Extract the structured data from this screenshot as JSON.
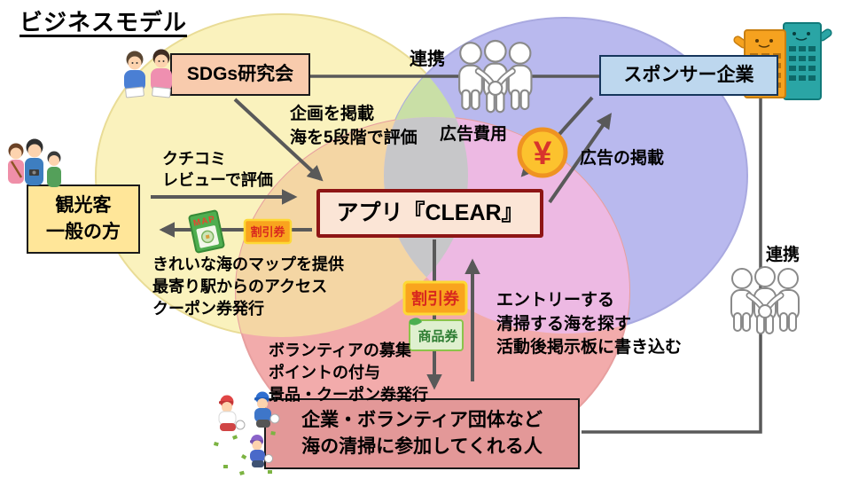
{
  "title": "ビジネスモデル",
  "boxes": {
    "sdgs": {
      "label": "SDGs研究会",
      "bg": "#f8cbad"
    },
    "sponsor": {
      "label": "スポンサー企業",
      "bg": "#bdd7ee"
    },
    "tourist": {
      "line1": "観光客",
      "line2": "一般の方",
      "bg": "#ffe699"
    },
    "app": {
      "label": "アプリ『CLEAR』",
      "bg": "#fbe5d6",
      "border": "#8e1515"
    },
    "volunteer": {
      "line1": "企業・ボランティア団体など",
      "line2": "海の清掃に参加してくれる人",
      "bg": "#e39898"
    }
  },
  "connections": {
    "partnership_top": "連携",
    "partnership_right": "連携",
    "ad_fee": "広告費用",
    "ad_placement": "広告の掲載",
    "sdgs_to_app": {
      "line1": "企画を掲載",
      "line2": "海を5段階で評価"
    },
    "tourist_to_app": {
      "line1": "クチコミ",
      "line2": "レビューで評価"
    },
    "app_to_tourist": {
      "line1": "きれいな海のマップを提供",
      "line2": "最寄り駅からのアクセス",
      "line3": "クーポン券発行"
    },
    "volunteer_to_app": {
      "line1": "エントリーする",
      "line2": "清掃する海を探す",
      "line3": "活動後掲示板に書き込む"
    },
    "app_to_volunteer": {
      "line1": "ボランティアの募集",
      "line2": "ポイントの付与",
      "line3": "景品・クーポン券発行"
    }
  },
  "tickets": {
    "yen": "¥",
    "map": "MAP",
    "discount_left": "割引券",
    "discount_center": "割引券",
    "gift": "商品券"
  },
  "colors": {
    "venn_yellow": "#faf2bd",
    "venn_blue": "#b9b9ee",
    "venn_pink": "#f2abab",
    "venn_yellow_blue": "#c9dfa6",
    "venn_yellow_pink": "#f4d6a4",
    "venn_blue_pink": "#edb9e3",
    "venn_center": "#c7c7c9",
    "arrow": "#595959",
    "coin_fill": "#fcc22e",
    "ticket_orange": "#f9a41e",
    "ticket_green": "#dff0cf"
  }
}
